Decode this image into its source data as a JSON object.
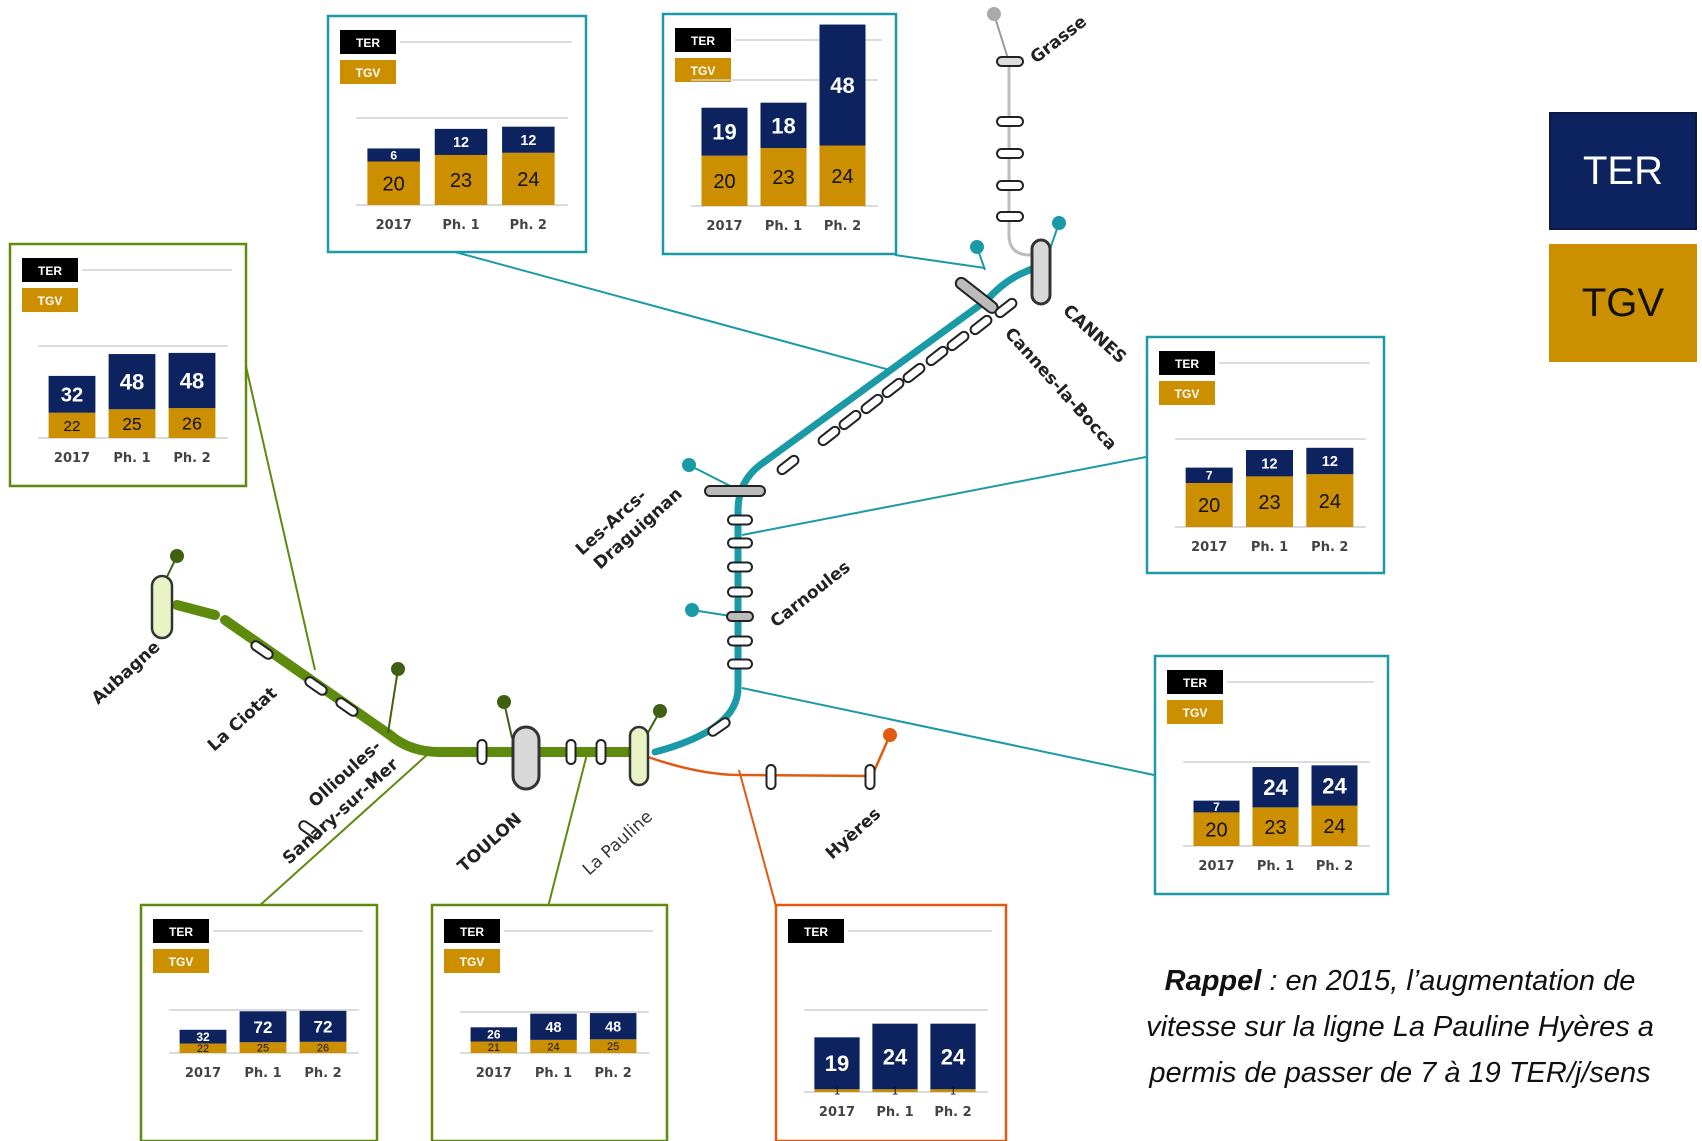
{
  "legend": {
    "ter": "TER",
    "tgv": "TGV"
  },
  "rappel": {
    "bold": "Rappel",
    "line1": " : en 2015, l’augmentation de",
    "line2": "vitesse sur la ligne La Pauline Hyères a",
    "line3": "permis de passer de 7 à 19 TER/j/sens"
  },
  "stations": {
    "grasse": "Grasse",
    "cannes": "CANNES",
    "cannes_la_bocca": "Cannes-la-Bocca",
    "les_arcs_1": "Les-Arcs-",
    "les_arcs_2": "Draguignan",
    "carnoules": "Carnoules",
    "aubagne": "Aubagne",
    "la_ciotat": "La Ciotat",
    "ollioules_1": "Ollioules-",
    "ollioules_2": "Sanary-sur-Mer",
    "toulon": "TOULON",
    "la_pauline": "La Pauline",
    "hyeres": "Hyères"
  },
  "colors": {
    "ter": "#0c2360",
    "tgv": "#cc8f00",
    "teal": "#1a9aa6",
    "green": "#5e8a0e",
    "orange": "#e05a14"
  },
  "chart_data": [
    {
      "type": "bar",
      "stacked": true,
      "categories": [
        "2017",
        "Ph. 1",
        "Ph. 2"
      ],
      "series": [
        {
          "name": "TGV",
          "values": [
            20,
            23,
            24
          ]
        },
        {
          "name": "TER",
          "values": [
            6,
            12,
            12
          ]
        }
      ],
      "legend": [
        "TER",
        "TGV"
      ]
    },
    {
      "type": "bar",
      "stacked": true,
      "categories": [
        "2017",
        "Ph. 1",
        "Ph. 2"
      ],
      "series": [
        {
          "name": "TGV",
          "values": [
            20,
            23,
            24
          ]
        },
        {
          "name": "TER",
          "values": [
            19,
            18,
            48
          ]
        }
      ],
      "legend": [
        "TER",
        "TGV"
      ]
    },
    {
      "type": "bar",
      "stacked": true,
      "categories": [
        "2017",
        "Ph. 1",
        "Ph. 2"
      ],
      "series": [
        {
          "name": "TGV",
          "values": [
            22,
            25,
            26
          ]
        },
        {
          "name": "TER",
          "values": [
            32,
            48,
            48
          ]
        }
      ],
      "legend": [
        "TER",
        "TGV"
      ]
    },
    {
      "type": "bar",
      "stacked": true,
      "categories": [
        "2017",
        "Ph. 1",
        "Ph. 2"
      ],
      "series": [
        {
          "name": "TGV",
          "values": [
            20,
            23,
            24
          ]
        },
        {
          "name": "TER",
          "values": [
            7,
            12,
            12
          ]
        }
      ],
      "legend": [
        "TER",
        "TGV"
      ]
    },
    {
      "type": "bar",
      "stacked": true,
      "categories": [
        "2017",
        "Ph. 1",
        "Ph. 2"
      ],
      "series": [
        {
          "name": "TGV",
          "values": [
            20,
            23,
            24
          ]
        },
        {
          "name": "TER",
          "values": [
            7,
            24,
            24
          ]
        }
      ],
      "legend": [
        "TER",
        "TGV"
      ]
    },
    {
      "type": "bar",
      "stacked": true,
      "categories": [
        "2017",
        "Ph. 1",
        "Ph. 2"
      ],
      "series": [
        {
          "name": "TGV",
          "values": [
            22,
            25,
            26
          ]
        },
        {
          "name": "TER",
          "values": [
            32,
            72,
            72
          ]
        }
      ],
      "legend": [
        "TER",
        "TGV"
      ]
    },
    {
      "type": "bar",
      "stacked": true,
      "categories": [
        "2017",
        "Ph. 1",
        "Ph. 2"
      ],
      "series": [
        {
          "name": "TGV",
          "values": [
            21,
            24,
            25
          ]
        },
        {
          "name": "TER",
          "values": [
            26,
            48,
            48
          ]
        }
      ],
      "legend": [
        "TER",
        "TGV"
      ]
    },
    {
      "type": "bar",
      "stacked": true,
      "categories": [
        "2017",
        "Ph. 1",
        "Ph. 2"
      ],
      "series": [
        {
          "name": "TGV",
          "values": [
            1,
            1,
            1
          ]
        },
        {
          "name": "TER",
          "values": [
            19,
            24,
            24
          ]
        }
      ],
      "legend": [
        "TER"
      ]
    }
  ]
}
